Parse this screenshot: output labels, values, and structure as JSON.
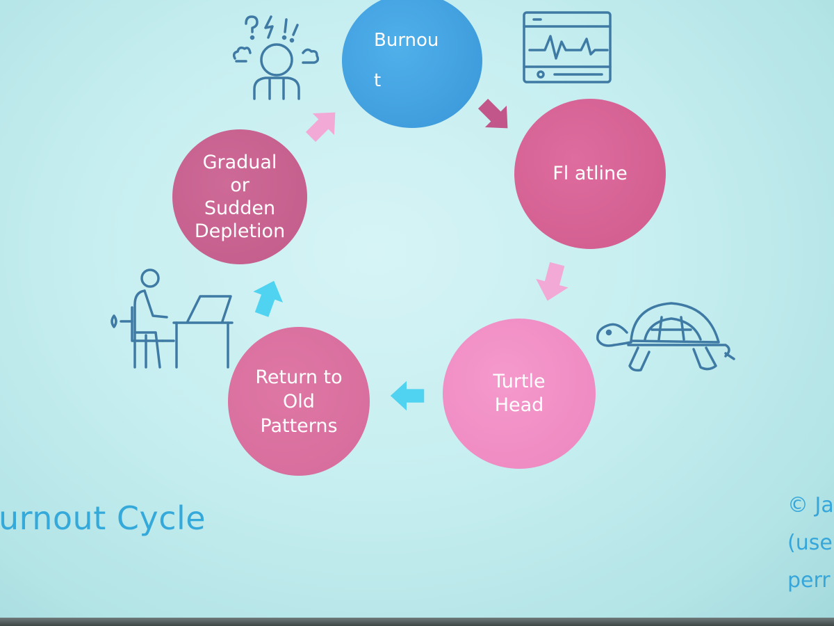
{
  "diagram": {
    "nodes": {
      "burnout": [
        "Burnou",
        "t"
      ],
      "flatline": [
        "Fl atline"
      ],
      "turtle_head": [
        "Turtle",
        "Head"
      ],
      "return_to_old_patterns": [
        "Return to",
        "Old",
        "Patterns"
      ],
      "gradual_or_sudden_depletion": [
        "Gradual",
        "or",
        "Sudden",
        "Depletion"
      ]
    },
    "colors": {
      "burnout": "#3a96d8",
      "flatline": "#cf5b8c",
      "turtle_head": "#ec86bf",
      "return_to_old_patterns": "#d56b9a",
      "gradual_or_sudden_depletion": "#c25b89",
      "arrow_pink_light": "#f2a9d6",
      "arrow_magenta": "#c2558a",
      "arrow_cyan": "#4fd3f0",
      "icon_stroke": "#3e7aa3",
      "title": "#35a9da"
    },
    "icons": [
      "stressed-person-icon",
      "heart-monitor-icon",
      "turtle-icon",
      "person-at-desk-icon"
    ]
  },
  "slide": {
    "title": "urnout Cycle",
    "credit_lines": [
      "© Ja",
      "(use",
      "perr"
    ]
  }
}
